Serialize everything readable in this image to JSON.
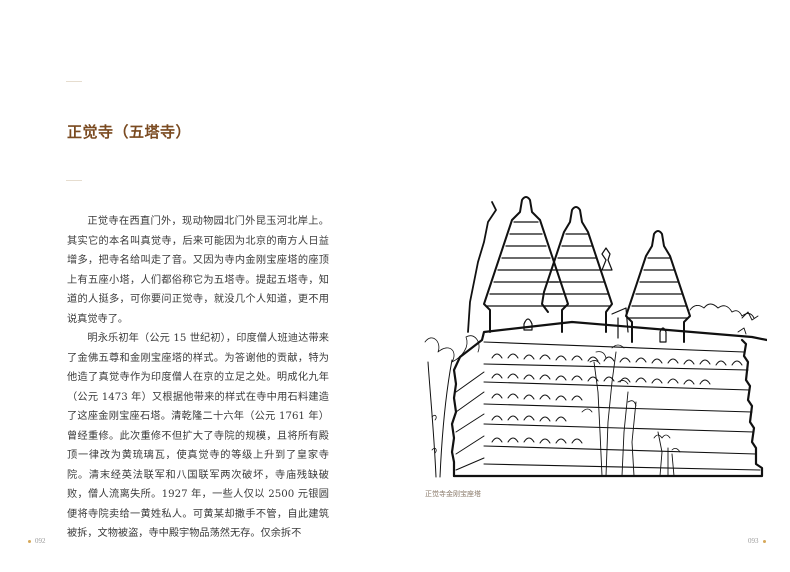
{
  "left_page": {
    "title": "正觉寺（五塔寺）",
    "paragraphs": [
      "正觉寺在西直门外，现动物园北门外昆玉河北岸上。其实它的本名叫真觉寺，后来可能因为北京的南方人日益增多，把寺名给叫走了音。又因为寺内金刚宝座塔的座顶上有五座小塔，人们都俗称它为五塔寺。提起五塔寺，知道的人挺多，可你要问正觉寺，就没几个人知道，更不用说真觉寺了。",
      "明永乐初年（公元 15 世纪初），印度僧人班迪达带来了金佛五尊和金刚宝座塔的样式。为答谢他的贡献，特为他造了真觉寺作为印度僧人在京的立足之处。明成化九年（公元 1473 年）又根据他带来的样式在寺中用石料建造了这座金刚宝座石塔。清乾隆二十六年（公元 1761 年）曾经重修。此次重修不但扩大了寺院的规模，且将所有殿顶一律改为黄琉璃瓦，使真觉寺的等级上升到了皇家寺院。清末经英法联军和八国联军两次破坏，寺庙残缺破败，僧人流离失所。1927 年，一些人仅以 2500 元银圆便将寺院卖给一黄姓私人。可黄某却撒手不管，自此建筑被拆，文物被盗，寺中殿宇物品荡然无存。仅余拆不"
    ],
    "page_number": "092"
  },
  "right_page": {
    "illustration_subject": "pagoda-sketch",
    "caption": "正觉寺金刚宝座塔",
    "page_number": "093"
  },
  "colors": {
    "title": "#7a4a20",
    "rule": "#e6ddcf",
    "folio_dot": "#d6a85a",
    "text": "#3a3a3a"
  }
}
